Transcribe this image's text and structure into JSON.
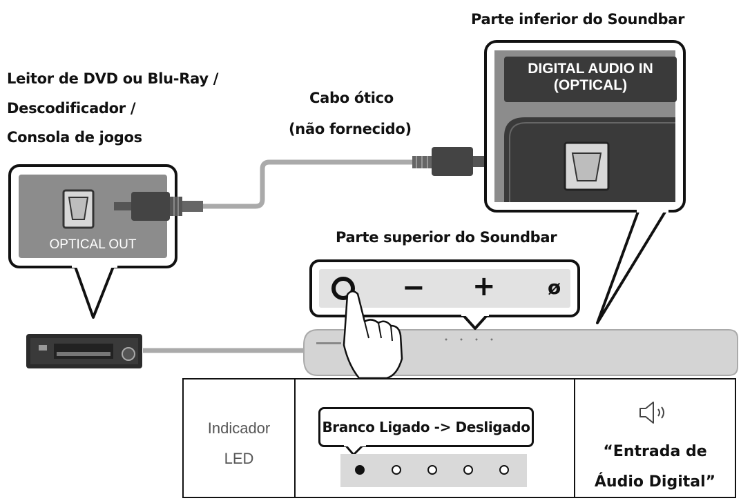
{
  "labels": {
    "source_device": [
      "Leitor de DVD ou Blu-Ray /",
      "Descodificador /",
      "Consola de jogos"
    ],
    "cable": [
      "Cabo ótico",
      "(não fornecido)"
    ],
    "soundbar_bottom": "Parte inferior do Soundbar",
    "soundbar_top": "Parte superior do Soundbar",
    "optical_out": "OPTICAL OUT",
    "digital_audio_in": [
      "DIGITAL AUDIO IN",
      "(OPTICAL)"
    ]
  },
  "buttons": {
    "power_icon": "power-icon",
    "minus": "−",
    "plus": "+",
    "mic": "ø"
  },
  "table": {
    "indicator_label": [
      "Indicador",
      "LED"
    ],
    "callout": "Branco Ligado -> Desligado",
    "leds": [
      true,
      false,
      false,
      false,
      false
    ],
    "speaker_icon": "speaker-icon",
    "announcement": [
      "“Entrada de",
      "Áudio Digital”"
    ]
  },
  "colors": {
    "panel_gray": "#8c8c8c",
    "dark_panel": "#3a3a3a",
    "soundbar": "#cfcfcf"
  }
}
